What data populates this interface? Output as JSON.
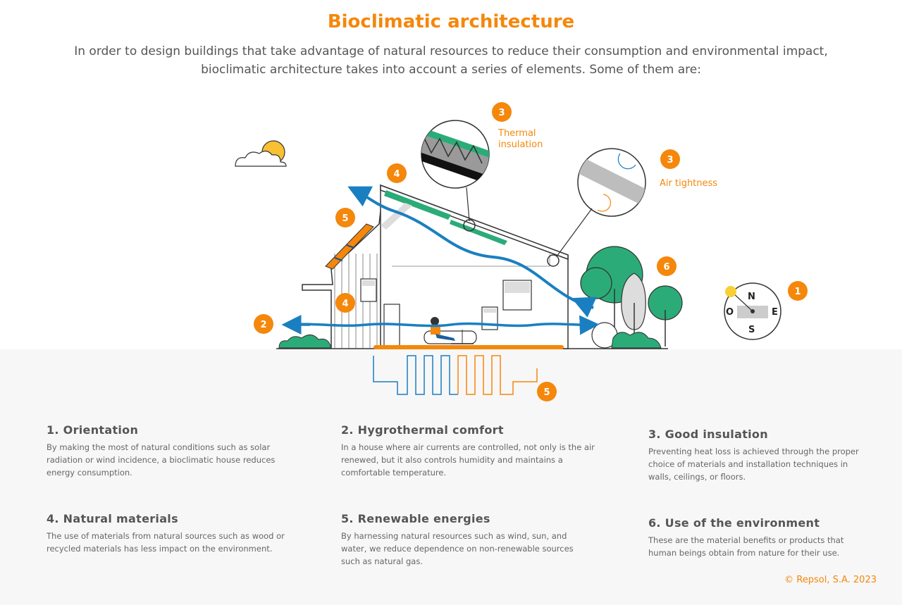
{
  "header": {
    "title": "Bioclimatic architecture",
    "subtitle": "In order to design buildings that take advantage of natural resources to reduce their consumption and environmental impact, bioclimatic architecture takes into account a series of elements. Some of them are:"
  },
  "diagram": {
    "badges": [
      "1",
      "2",
      "3",
      "3",
      "4",
      "4",
      "5",
      "5",
      "6"
    ],
    "labels": {
      "thermal_1": "Thermal",
      "thermal_2": "insulation",
      "air_tightness": "Air tightness"
    },
    "compass": {
      "n": "N",
      "s": "S",
      "e": "E",
      "o": "O"
    },
    "colors": {
      "orange": "#f5870b",
      "blue": "#1a7fc1",
      "green": "#2bab78",
      "gray_panel": "#f7f7f7"
    }
  },
  "items": [
    {
      "heading": "1. Orientation",
      "text": "By making the most of natural conditions such as solar radiation or wind incidence, a bioclimatic house reduces energy consumption."
    },
    {
      "heading": "2. Hygrothermal comfort",
      "text": "In a house where air currents are controlled, not only is the air renewed, but it also controls humidity and maintains a comfortable temperature."
    },
    {
      "heading": "3. Good insulation",
      "text": "Preventing heat loss is achieved through the proper choice of materials and installation techniques in walls, ceilings, or floors."
    },
    {
      "heading": "4. Natural materials",
      "text": "The use of materials from natural sources such as wood or recycled materials has less impact on the environment."
    },
    {
      "heading": "5. Renewable energies",
      "text": "By harnessing natural resources such as wind, sun, and water, we reduce dependence on non-renewable sources such as natural gas."
    },
    {
      "heading": "6. Use of the environment",
      "text": "These are the material benefits or products that human beings obtain from nature for their use."
    }
  ],
  "footer": {
    "copyright": "© Repsol, S.A. 2023"
  }
}
